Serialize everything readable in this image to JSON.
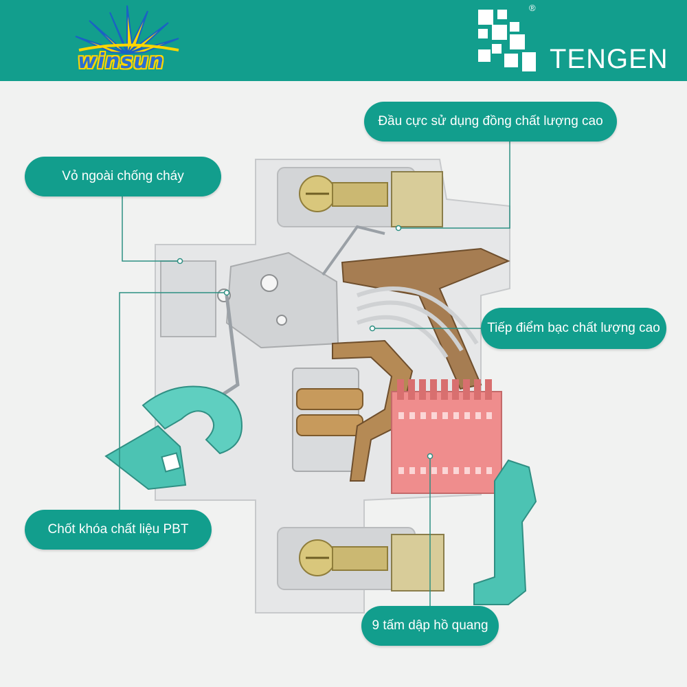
{
  "header": {
    "left_logo_text": "winsun",
    "right_logo_text": "TENGEN",
    "registered_mark": "®"
  },
  "callouts": {
    "copper_terminal": "Đầu cực sử dụng đồng chất lượng cao",
    "fireproof_shell": "Vỏ ngoài chống cháy",
    "silver_contact": "Tiếp điểm bạc chất lượng cao",
    "pbt_latch": "Chốt khóa chất liệu PBT",
    "arc_plates": "9 tấm dập hồ quang"
  },
  "colors": {
    "brand_teal": "#129e8d",
    "background": "#f1f2f1",
    "housing": "#e6e7e8",
    "arc_chute": "#ef8d8d",
    "copper": "#b58a55",
    "handle": "#4cc3b3"
  },
  "icons": {
    "left_logo": "winsun-lotus-icon",
    "right_logo": "tengen-squares-icon"
  }
}
